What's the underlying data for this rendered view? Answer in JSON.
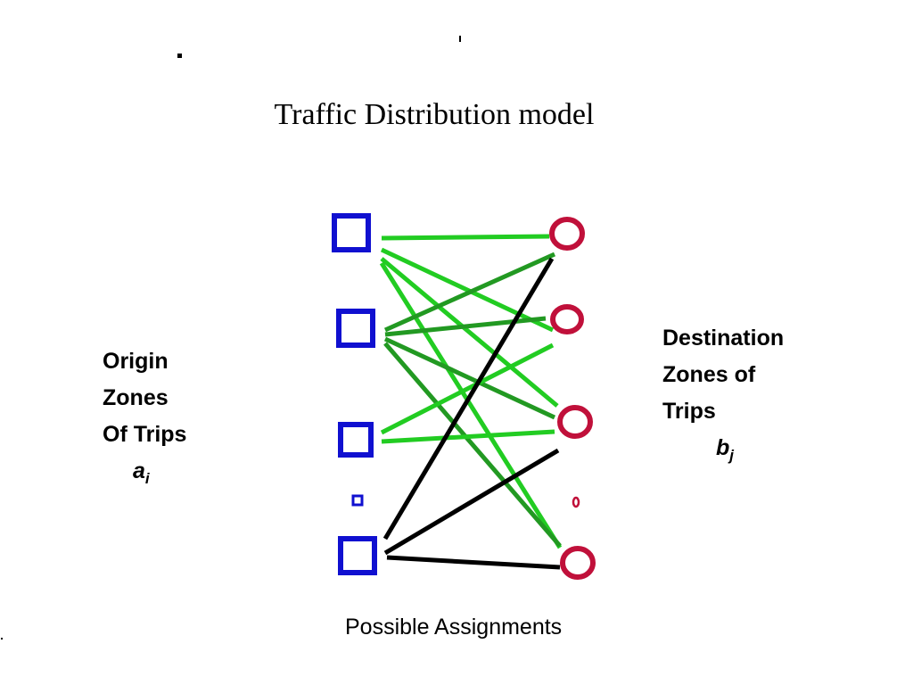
{
  "slide": {
    "title": "Traffic Distribution model",
    "origin_label": [
      "Origin",
      "Zones",
      "Of Trips"
    ],
    "origin_var": {
      "base": "a",
      "sub": "i"
    },
    "destination_label": [
      "Destination",
      "Zones of",
      "Trips"
    ],
    "destination_var": {
      "base": "b",
      "sub": "j"
    },
    "caption": "Possible Assignments"
  },
  "colors": {
    "origin": "#1010d0",
    "destination": "#c0103a",
    "link_bright": "#22cc22",
    "link_dark": "#229922",
    "link_black": "#000000"
  },
  "diagram": {
    "origin_nodes": [
      "origin-1",
      "origin-2",
      "origin-3",
      "origin-ellipsis",
      "origin-4"
    ],
    "destination_nodes": [
      "destination-1",
      "destination-2",
      "destination-3",
      "destination-ellipsis",
      "destination-4"
    ],
    "links": [
      {
        "from": "origin-1",
        "to": "destination-1",
        "color": "link_bright"
      },
      {
        "from": "origin-1",
        "to": "destination-2",
        "color": "link_bright"
      },
      {
        "from": "origin-1",
        "to": "destination-3",
        "color": "link_bright"
      },
      {
        "from": "origin-1",
        "to": "destination-4",
        "color": "link_bright"
      },
      {
        "from": "origin-2",
        "to": "destination-1",
        "color": "link_dark"
      },
      {
        "from": "origin-2",
        "to": "destination-2",
        "color": "link_dark"
      },
      {
        "from": "origin-2",
        "to": "destination-3",
        "color": "link_dark"
      },
      {
        "from": "origin-2",
        "to": "destination-4",
        "color": "link_dark"
      },
      {
        "from": "origin-3",
        "to": "destination-2",
        "color": "link_bright"
      },
      {
        "from": "origin-3",
        "to": "destination-3",
        "color": "link_bright"
      },
      {
        "from": "origin-4",
        "to": "destination-1",
        "color": "link_black"
      },
      {
        "from": "origin-4",
        "to": "destination-3",
        "color": "link_black"
      },
      {
        "from": "origin-4",
        "to": "destination-4",
        "color": "link_black"
      }
    ]
  }
}
